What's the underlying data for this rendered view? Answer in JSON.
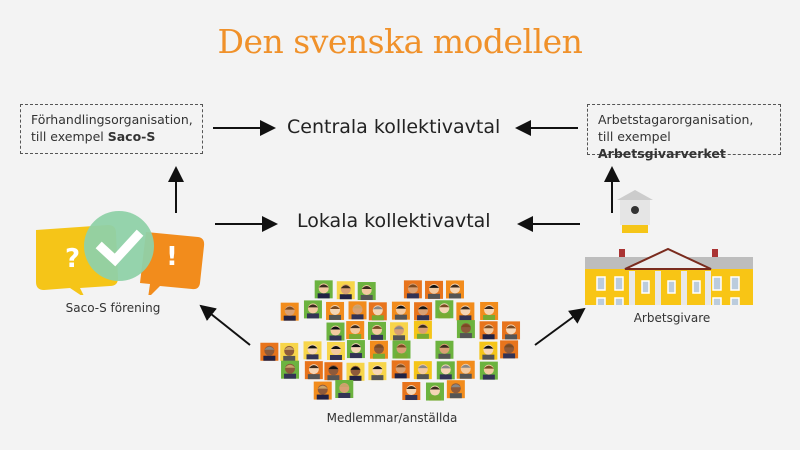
{
  "title": "Den svenska modellen",
  "left_box": {
    "text": "Förhandlingsorganisation, till exempel ",
    "bold": "Saco-S"
  },
  "right_box": {
    "text": "Arbetstagarorganisation, till exempel ",
    "bold": "Arbetsgivarverket"
  },
  "central": "Centrala kollektivavtal",
  "local": "Lokala kollektivavtal",
  "union_label": "Saco-S förening",
  "employer_label": "Arbetsgivare",
  "members_label": "Medlemmar/anställda",
  "colors": {
    "title": "#f0912a",
    "yellow": "#f5c518",
    "orange": "#f28c1c",
    "green": "#8fd1a8",
    "tile_green": "#6cb33f"
  }
}
